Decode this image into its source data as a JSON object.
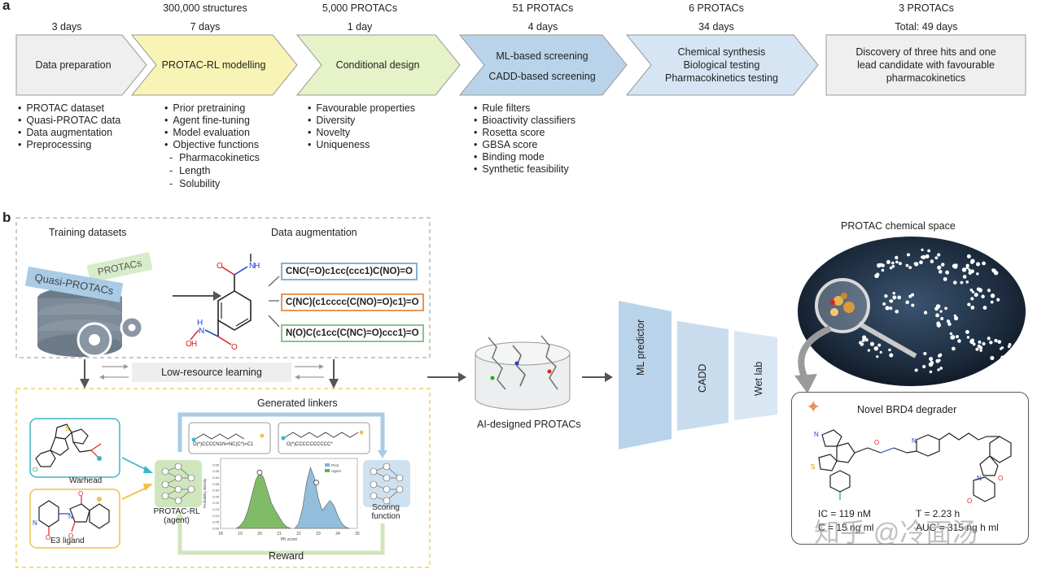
{
  "panel_a": {
    "letter": "a",
    "top_counts": [
      "300,000 structures",
      "5,000 PROTACs",
      "51 PROTACs",
      "6 PROTACs",
      "3 PROTACs"
    ],
    "durations": [
      "3 days",
      "7 days",
      "1 day",
      "4 days",
      "34 days",
      "Total: 49 days"
    ],
    "stages": [
      {
        "lines": [
          "Data preparation"
        ],
        "color": "#efefef"
      },
      {
        "lines": [
          "PROTAC-RL modelling"
        ],
        "color": "#f7f4b5"
      },
      {
        "lines": [
          "Conditional design"
        ],
        "color": "#e6f3c8"
      },
      {
        "lines": [
          "ML-based screening",
          "CADD-based screening"
        ],
        "color": "#b9d3ea"
      },
      {
        "lines": [
          "Chemical synthesis",
          "Biological testing",
          "Pharmacokinetics testing"
        ],
        "color": "#d6e5f3"
      },
      {
        "lines": [
          "Discovery of three hits and one",
          "lead candidate with favourable",
          "pharmacokinetics"
        ],
        "color": "#efefef"
      }
    ],
    "bullets": [
      [
        {
          "t": "PROTAC dataset"
        },
        {
          "t": "Quasi-PROTAC data"
        },
        {
          "t": "Data augmentation"
        },
        {
          "t": "Preprocessing"
        }
      ],
      [
        {
          "t": "Prior pretraining"
        },
        {
          "t": "Agent fine-tuning"
        },
        {
          "t": "Model evaluation"
        },
        {
          "t": "Objective functions"
        },
        {
          "t": "Pharmacokinetics",
          "sub": true
        },
        {
          "t": "Length",
          "sub": true
        },
        {
          "t": "Solubility",
          "sub": true
        }
      ],
      [
        {
          "t": "Favourable properties"
        },
        {
          "t": "Diversity"
        },
        {
          "t": "Novelty"
        },
        {
          "t": "Uniqueness"
        }
      ],
      [
        {
          "t": "Rule filters"
        },
        {
          "t": "Bioactivity classifiers"
        },
        {
          "t": "Rosetta score"
        },
        {
          "t": "GBSA score"
        },
        {
          "t": "Binding mode"
        },
        {
          "t": "Synthetic feasibility"
        }
      ]
    ]
  },
  "panel_b": {
    "letter": "b",
    "training_datasets": "Training datasets",
    "data_augmentation": "Data augmentation",
    "protacs_tag": "PROTACs",
    "quasi_tag": "Quasi-PROTACs",
    "smiles": [
      "CNC(=O)c1cc(ccc1)C(NO)=O",
      "C(NC)(c1cccc(C(NO)=O)c1)=O",
      "N(O)C(c1cc(C(NC)=O)ccc1)=O"
    ],
    "smiles_colors": [
      "#7fb2d9",
      "#e8955a",
      "#8cc48c"
    ],
    "low_resource": "Low-resource learning",
    "generated_linkers": "Generated linkers",
    "linker_smiles": [
      "O(*)CCCCN1N=NC(C*)=C1",
      "O(*)CCCCCCCCCC*"
    ],
    "warhead": "Warhead",
    "e3_ligand": "E3 ligand",
    "agent_label": [
      "PROTAC-RL",
      "(agent)"
    ],
    "scoring_label": [
      "Scoring",
      "function"
    ],
    "reward": "Reward",
    "ai_designed": "AI-designed PROTACs",
    "funnel": [
      "ML predictor",
      "CADD",
      "Wet lab"
    ],
    "chemical_space": "PROTAC chemical space",
    "novel_degrader": "Novel BRD4 degrader",
    "readouts": [
      "IC",
      "= 119 nM",
      "C",
      "= 15 ng ml",
      "T",
      "= 2.23 h",
      "AUC",
      "= 315 ng h ml"
    ],
    "watermark": "知乎 @冷面汤",
    "atoms": {
      "O": "O",
      "N": "N",
      "H": "H",
      "S": "S",
      "Cl": "Cl"
    },
    "colors": {
      "teal": "#3bb6c9",
      "gold": "#f0c24a",
      "green_dist": "#6ab04c",
      "blue_dist": "#7fb3d6",
      "funnel": "#b9d3ea"
    }
  },
  "chart_data": {
    "type": "area",
    "xlabel": "PK score",
    "ylabel": "Probability density",
    "x_ticks": [
      "18",
      "19",
      "20",
      "21",
      "22",
      "23",
      "24",
      "25"
    ],
    "y_ticks": [
      "0.00",
      "0.05",
      "0.10",
      "0.15",
      "0.20",
      "0.25",
      "0.30",
      "0.35",
      "0.40",
      "0.45",
      "0.50"
    ],
    "xlim": [
      18,
      25
    ],
    "ylim": [
      0,
      0.55
    ],
    "legend": [
      "Prior",
      "Agent"
    ],
    "series": [
      {
        "name": "Prior",
        "color": "#7fb3d6",
        "x": [
          21.8,
          22.0,
          22.2,
          22.4,
          22.6,
          22.8,
          23.0,
          23.2,
          23.4,
          23.6,
          23.8,
          24.0,
          24.2,
          24.4,
          24.6
        ],
        "values": [
          0.0,
          0.04,
          0.16,
          0.36,
          0.48,
          0.4,
          0.24,
          0.14,
          0.18,
          0.22,
          0.18,
          0.1,
          0.04,
          0.01,
          0.0
        ]
      },
      {
        "name": "Agent",
        "color": "#6ab04c",
        "x": [
          18.8,
          19.0,
          19.2,
          19.4,
          19.6,
          19.8,
          20.0,
          20.2,
          20.4,
          20.6,
          20.8,
          21.0,
          21.2,
          21.4,
          21.6
        ],
        "values": [
          0.0,
          0.02,
          0.06,
          0.14,
          0.26,
          0.38,
          0.44,
          0.4,
          0.3,
          0.2,
          0.14,
          0.09,
          0.04,
          0.01,
          0.0
        ]
      }
    ]
  }
}
